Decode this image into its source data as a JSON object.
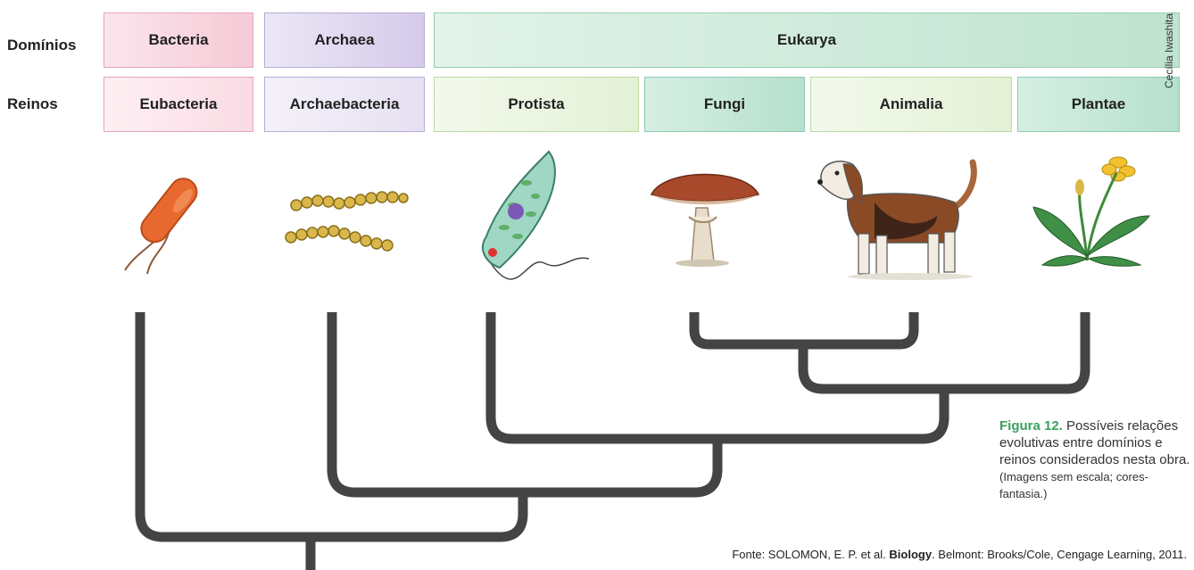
{
  "rows": {
    "domains_label": "Domínios",
    "kingdoms_label": "Reinos"
  },
  "domains": [
    "Bacteria",
    "Archaea",
    "Eukarya"
  ],
  "kingdoms": [
    "Eubacteria",
    "Archaebacteria",
    "Protista",
    "Fungi",
    "Animalia",
    "Plantae"
  ],
  "illustrations": [
    "bacterium-icon",
    "archaea-chain-icon",
    "euglena-icon",
    "mushroom-icon",
    "dog-icon",
    "plant-icon"
  ],
  "credit": "Cecília Iwashita",
  "caption": {
    "figure": "Figura 12.",
    "text": " Possíveis relações evolutivas entre domínios e reinos considerados nesta obra.",
    "note": " (Imagens sem escala; cores-fantasia.)"
  },
  "source": {
    "prefix": "Fonte: SOLOMON, E. P. et al. ",
    "title": "Biology",
    "suffix": ". Belmont: Brooks/Cole, Cengage Learning, 2011."
  },
  "colors": {
    "bacteria": "#f6c9d6",
    "archaea": "#d5cbea",
    "eukarya": "#bfe3d0",
    "tree": "#444444",
    "caption_accent": "#3aa05f"
  }
}
